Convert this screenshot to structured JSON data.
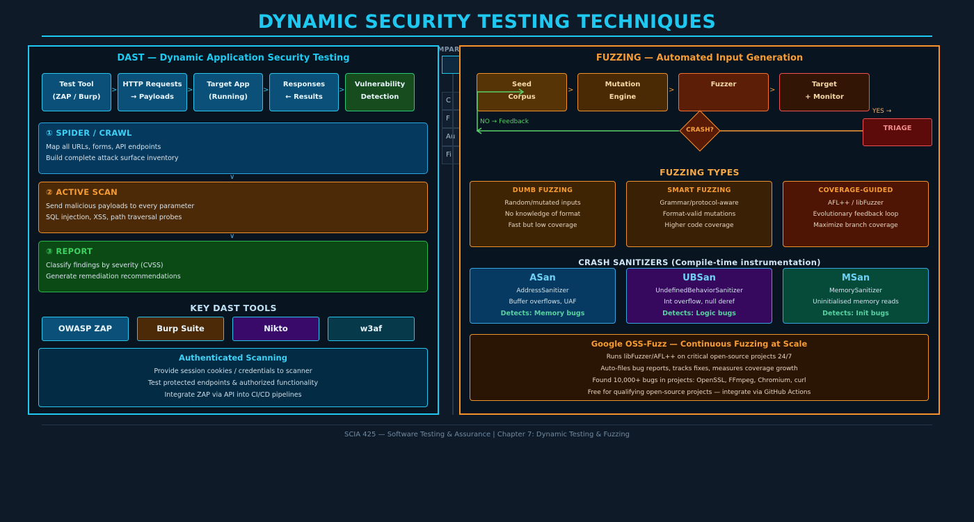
{
  "title": "DYNAMIC SECURITY TESTING TECHNIQUES",
  "comparison": {
    "label": "COMPAR",
    "rows": [
      "C",
      "F",
      "Au",
      "Fi"
    ]
  },
  "dast": {
    "title": "DAST — Dynamic Application Security Testing",
    "flow": [
      {
        "line1": "Test Tool",
        "line2": "(ZAP / Burp)"
      },
      {
        "line1": "HTTP Requests",
        "line2": "→ Payloads"
      },
      {
        "line1": "Target App",
        "line2": "(Running)"
      },
      {
        "line1": "Responses",
        "line2": "← Results"
      },
      {
        "line1": "Vulnerability",
        "line2": "Detection"
      }
    ],
    "steps": [
      {
        "heading": "① SPIDER / CRAWL",
        "line1": "Map all URLs, forms, API endpoints",
        "line2": "Build complete attack surface inventory"
      },
      {
        "heading": "② ACTIVE SCAN",
        "line1": "Send malicious payloads to every parameter",
        "line2": "SQL injection, XSS, path traversal probes"
      },
      {
        "heading": "③ REPORT",
        "line1": "Classify findings by severity (CVSS)",
        "line2": "Generate remediation recommendations"
      }
    ],
    "tools_title": "KEY DAST TOOLS",
    "tools": [
      "OWASP ZAP",
      "Burp Suite",
      "Nikto",
      "w3af"
    ],
    "auth": {
      "heading": "Authenticated Scanning",
      "lines": [
        "Provide session cookies / credentials to scanner",
        "Test protected endpoints & authorized functionality",
        "Integrate ZAP via API into CI/CD pipelines"
      ]
    }
  },
  "fuzzing": {
    "title": "FUZZING — Automated Input Generation",
    "flow": [
      {
        "line1": "Seed",
        "line2": "Corpus"
      },
      {
        "line1": "Mutation",
        "line2": "Engine"
      },
      {
        "line1": "Fuzzer",
        "line2": ""
      },
      {
        "line1": "Target",
        "line2": "+ Monitor"
      }
    ],
    "crash_label": "CRASH?",
    "yes_label": "YES →",
    "no_label": "NO → Feedback",
    "triage_label": "TRIAGE",
    "types_title": "FUZZING TYPES",
    "types": [
      {
        "heading": "DUMB FUZZING",
        "lines": [
          "Random/mutated inputs",
          "No knowledge of format",
          "Fast but low coverage"
        ]
      },
      {
        "heading": "SMART FUZZING",
        "lines": [
          "Grammar/protocol-aware",
          "Format-valid mutations",
          "Higher code coverage"
        ]
      },
      {
        "heading": "COVERAGE-GUIDED",
        "lines": [
          "AFL++ / libFuzzer",
          "Evolutionary feedback loop",
          "Maximize branch coverage"
        ]
      }
    ],
    "sanitizers_title": "CRASH SANITIZERS (Compile-time instrumentation)",
    "sanitizers": [
      {
        "name": "ASan",
        "full": "AddressSanitizer",
        "desc": "Buffer overflows, UAF",
        "detects": "Detects: Memory bugs"
      },
      {
        "name": "UBSan",
        "full": "UndefinedBehaviorSanitizer",
        "desc": "Int overflow, null deref",
        "detects": "Detects: Logic bugs"
      },
      {
        "name": "MSan",
        "full": "MemorySanitizer",
        "desc": "Uninitialised memory reads",
        "detects": "Detects: Init bugs"
      }
    ],
    "oss": {
      "heading": "Google OSS-Fuzz — Continuous Fuzzing at Scale",
      "lines": [
        "Runs libFuzzer/AFL++ on critical open-source projects 24/7",
        "Auto-files bug reports, tracks fixes, measures coverage growth",
        "Found 10,000+ bugs in projects: OpenSSL, FFmpeg, Chromium, curl",
        "Free for qualifying open-source projects — integrate via GitHub Actions"
      ]
    }
  },
  "footer": "SCIA 425 — Software Testing & Assurance  |  Chapter 7: Dynamic Testing & Fuzzing"
}
